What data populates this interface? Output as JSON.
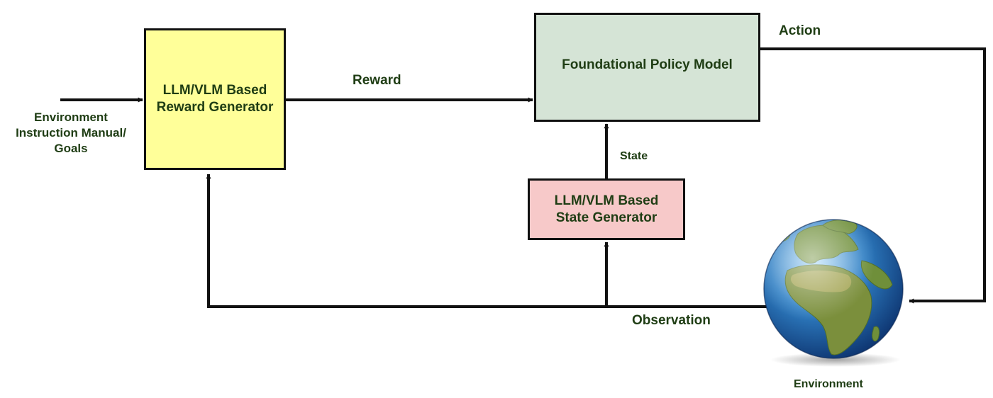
{
  "input_label": "Environment\nInstruction Manual/\nGoals",
  "reward_generator": {
    "label": "LLM/VLM Based\nReward Generator"
  },
  "policy_model": {
    "label": "Foundational Policy Model"
  },
  "state_generator": {
    "label": "LLM/VLM Based\nState Generator"
  },
  "edges": {
    "reward": "Reward",
    "action": "Action",
    "state": "State",
    "observation": "Observation"
  },
  "environment": {
    "label": "Environment",
    "icon": "globe-icon"
  },
  "colors": {
    "reward_box_fill": "#ffff99",
    "policy_box_fill": "#d5e4d6",
    "state_box_fill": "#f7c9c9",
    "text": "#1f3d14",
    "lines": "#111111"
  }
}
